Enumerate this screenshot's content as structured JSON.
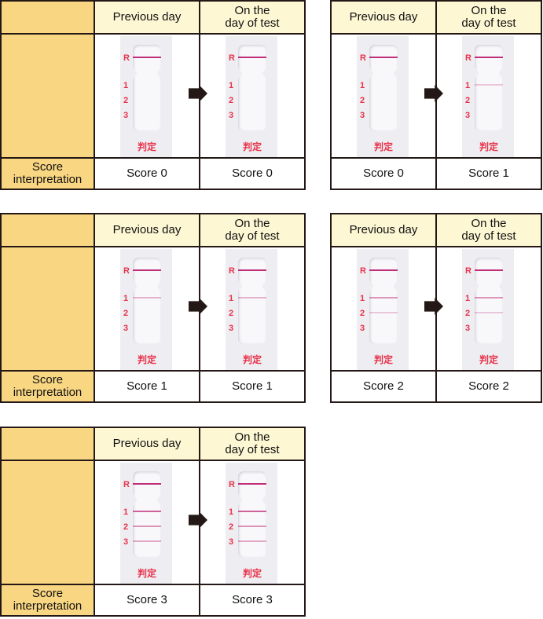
{
  "headers": {
    "previous": "Previous day",
    "on_day": "On the\nday of test",
    "score_label": "Score\ninterpretation"
  },
  "strip_labels": {
    "r": "R",
    "one": "1",
    "two": "2",
    "three": "3",
    "hantei": "判定"
  },
  "colors": {
    "line": "#c0307a",
    "label_bg": "#f9d682",
    "header_bg": "#fdf7d3"
  },
  "panels": [
    {
      "wide": true,
      "prev": {
        "score": "Score 0",
        "lines": [
          0,
          0,
          0
        ]
      },
      "day": {
        "score": "Score 0",
        "lines": [
          0,
          0,
          0
        ]
      }
    },
    {
      "wide": false,
      "prev": {
        "score": "Score 0",
        "lines": [
          0,
          0,
          0
        ]
      },
      "day": {
        "score": "Score 1",
        "lines": [
          0.25,
          0,
          0
        ]
      }
    },
    {
      "wide": true,
      "prev": {
        "score": "Score 1",
        "lines": [
          0.35,
          0,
          0
        ]
      },
      "day": {
        "score": "Score 1",
        "lines": [
          0.35,
          0,
          0
        ]
      }
    },
    {
      "wide": false,
      "prev": {
        "score": "Score 2",
        "lines": [
          0.5,
          0.25,
          0
        ]
      },
      "day": {
        "score": "Score 2",
        "lines": [
          0.5,
          0.25,
          0
        ]
      }
    },
    {
      "wide": true,
      "prev": {
        "score": "Score 3",
        "lines": [
          0.75,
          0.5,
          0.4
        ]
      },
      "day": {
        "score": "Score 3",
        "lines": [
          0.75,
          0.5,
          0.4
        ]
      }
    }
  ]
}
